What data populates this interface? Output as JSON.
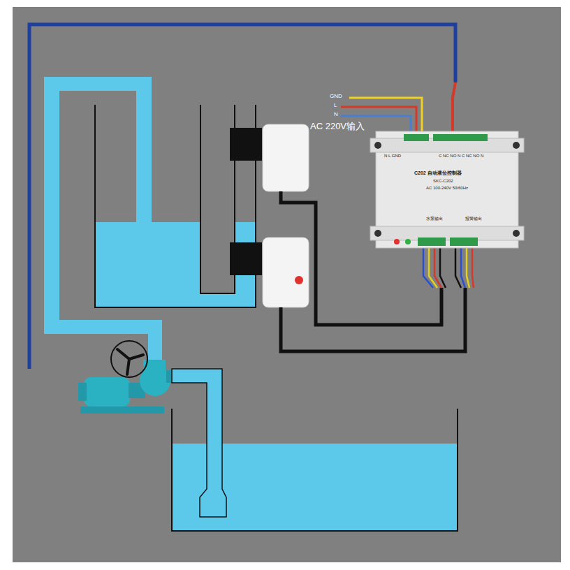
{
  "diagram": {
    "nodes": [
      {
        "text": [
          "N L GND",
          "C NC NO N C NC NO N",
          "C202 自动液位控制器",
          "SKC-C202",
          "AC 100-240V 50/60Hz",
          "水泵输出",
          "报警输出"
        ]
      }
    ],
    "labels": [
      "GND",
      "L",
      "N",
      "AC 220V输入"
    ]
  }
}
